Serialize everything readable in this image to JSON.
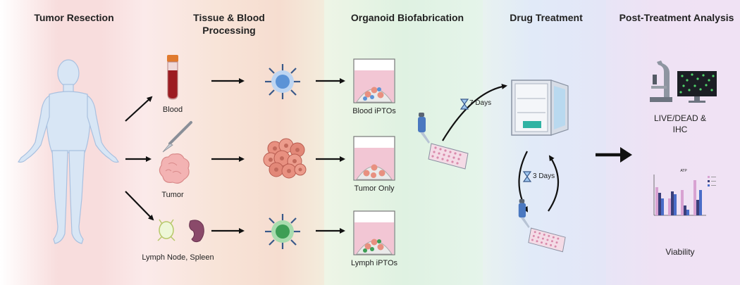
{
  "stages": {
    "tumor_resection": "Tumor Resection",
    "tissue_blood_processing_line1": "Tissue & Blood",
    "tissue_blood_processing_line2": "Processing",
    "organoid_biofabrication": "Organoid Biofabrication",
    "drug_treatment": "Drug Treatment",
    "post_treatment_analysis": "Post-Treatment Analysis"
  },
  "labels": {
    "blood": "Blood",
    "tumor": "Tumor",
    "lymph_spleen": "Lymph Node, Spleen",
    "blood_iptos": "Blood iPTOs",
    "tumor_only": "Tumor Only",
    "lymph_iptos": "Lymph iPTOs",
    "seven_days": "7 Days",
    "three_days": "3 Days",
    "live_dead_line1": "LIVE/DEAD &",
    "live_dead_line2": "IHC",
    "viability": "Viability",
    "atp_title": "ATP"
  },
  "colors": {
    "band_resection": "#f7dede",
    "band_processing": "#f9e6da",
    "band_organoid": "#e1f2e3",
    "band_drug": "#e2eaf7",
    "band_analysis": "#eee3f4",
    "body": "#d7e6f6",
    "immune_blue": "#5c93d6",
    "immune_green": "#3d9e55",
    "tumor_cell": "#e89080",
    "well_pink": "#f2c6d4"
  },
  "icons": [
    "human-body-icon",
    "blood-tube-icon",
    "scalpel-icon",
    "tumor-icon",
    "lymph-node-icon",
    "spleen-icon",
    "immune-cell-icon",
    "tumor-cluster-icon",
    "organoid-well-icon",
    "pipette-icon",
    "well-plate-icon",
    "incubator-icon",
    "hourglass-icon",
    "microscope-icon",
    "monitor-icon",
    "bar-chart-icon"
  ]
}
